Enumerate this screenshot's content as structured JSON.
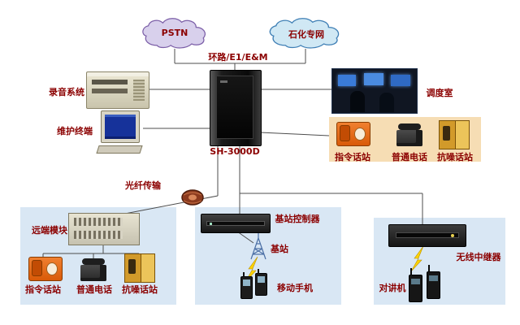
{
  "diagram": {
    "clouds": {
      "pstn": "PSTN",
      "petro": "石化专网"
    },
    "trunk": "环路/E1/E&M",
    "recording": "录音系统",
    "maintenance": "维护终端",
    "cabinet_model": "SH-3000D",
    "dispatch_room": "调度室",
    "fiber": "光纤传输",
    "station_labels": {
      "command": "指令话站",
      "phone": "普通电话",
      "noise": "抗噪话站"
    },
    "remote_module": "远端模块",
    "bsc": "基站控制器",
    "base_station": "基站",
    "mobile": "移动手机",
    "repeater": "无线中继器",
    "intercom": "对讲机"
  },
  "colors": {
    "label": "#8b0000",
    "panel_blue": "#d9e7f4",
    "panel_orange": "#f6ddb4",
    "pstn_cloud": "#d8d0ec",
    "petro_cloud": "#d0e8f4",
    "lightning": "#ffd400",
    "fiber_coil": "#8b3a1e"
  }
}
